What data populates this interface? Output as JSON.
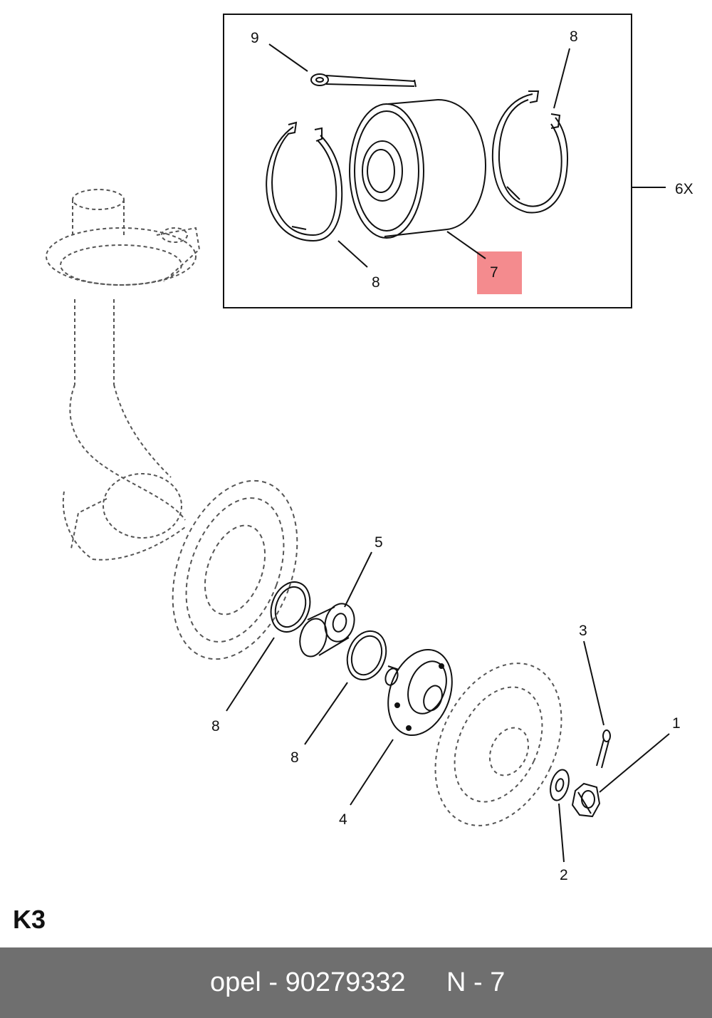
{
  "diagram": {
    "inset": {
      "callouts": {
        "pin": "9",
        "ring_left": "8",
        "ring_right": "8",
        "bearing": "7"
      },
      "quantity": "6X",
      "highlight_color": "#f48b8e"
    },
    "assembly": {
      "callouts": {
        "nut": "1",
        "washer": "2",
        "cotter_pin": "3",
        "hub": "4",
        "bearing": "5",
        "ring_a": "8",
        "ring_b": "8"
      }
    }
  },
  "page_code": "K3",
  "footer": {
    "part": "opel - 90279332",
    "ref": "N - 7",
    "background": "#6f6f6f"
  }
}
